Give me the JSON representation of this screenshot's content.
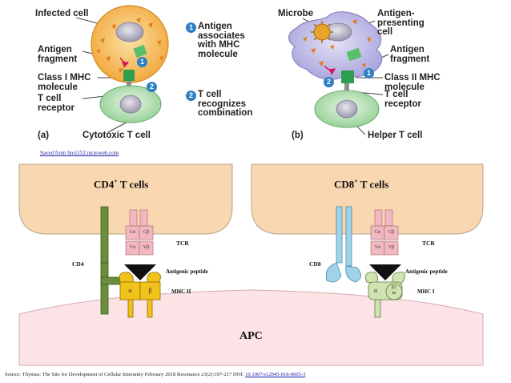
{
  "top_a": {
    "infected_cell": "Infected cell",
    "antigen_fragment": "Antigen\nfragment",
    "step1": "Antigen\nassociates\nwith MHC\nmolecule",
    "class1": "Class I MHC\nmolecule",
    "tcr": "T cell\nreceptor",
    "step2": "T cell\nrecognizes\ncombination",
    "panel": "(a)",
    "cell": "Cytotoxic T cell",
    "num1": "1",
    "num2": "2"
  },
  "top_b": {
    "microbe": "Microbe",
    "apc": "Antigen-\npresenting\ncell",
    "antigen_fragment": "Antigen\nfragment",
    "class2": "Class II MHC\nmolecule",
    "tcr": "T cell\nreceptor",
    "panel": "(b)",
    "cell": "Helper T cell",
    "num1": "1",
    "num2": "2"
  },
  "saved_link": "Saved from bio1152.nicerweb.com",
  "bottom": {
    "cd4_title": "CD4",
    "cd4_title_sup": "+",
    "cd4_title_rest": " T cells",
    "cd8_title": "CD8",
    "cd8_title_sup": "+",
    "cd8_title_rest": " T cells",
    "tcr_left": "TCR",
    "tcr_right": "TCR",
    "cd4": "CD4",
    "cd8": "CD8",
    "antigenic_left": "Antigenic peptide",
    "antigenic_right": "Antigenic peptide",
    "mhc2": "MHC II",
    "mhc1": "MHC I",
    "apc": "APC",
    "c_alpha": "Cα",
    "c_beta": "Cβ",
    "v_alpha": "Vα",
    "v_beta": "Vβ",
    "alpha": "α",
    "beta": "β",
    "b2m": "β2\nm"
  },
  "source": {
    "text": "Source: Thymus: The Site for Development of Cellular Immunity February 2018 Resonance 23(2):197-217 DOI: ",
    "doi": "10.1007/s12045-018-0605-3"
  },
  "colors": {
    "infected_cell": "#f4b95a",
    "apc_cell": "#b9b6e6",
    "tcell": "#a8dca8",
    "mhc_green": "#2e9e4c",
    "badge": "#2f7fc4",
    "t_cell_box": "#f9d7b0",
    "apc_box": "#fbe3e6",
    "tcr_pink": "#f2b7bf",
    "cd4_green": "#6a8e3c",
    "cd8_blue": "#9fd3e8",
    "mhc2_yellow": "#f1c21b",
    "mhc1_green": "#cfe4b0"
  }
}
